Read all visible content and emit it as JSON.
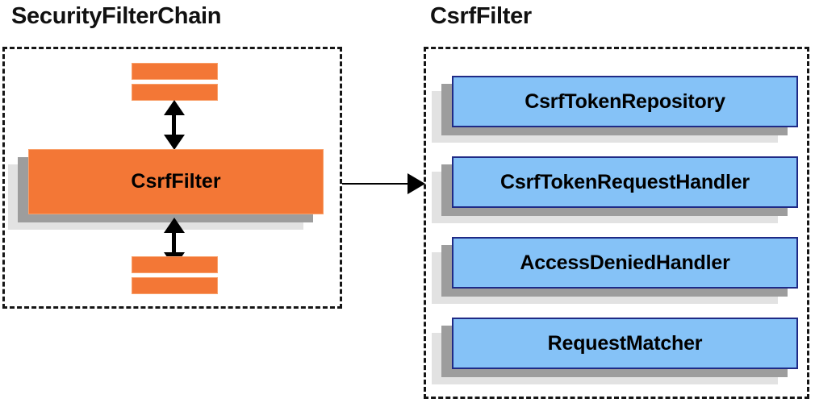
{
  "diagram": {
    "left_panel": {
      "title": "SecurityFilterChain",
      "highlight_box": {
        "label": "CsrfFilter"
      },
      "other_filters_above": [
        "",
        ""
      ],
      "other_filters_below": [
        "",
        ""
      ],
      "connector_above": "double-headed-vertical-arrow",
      "connector_below": "double-headed-vertical-arrow"
    },
    "right_panel": {
      "title": "CsrfFilter",
      "components": [
        {
          "label": "CsrfTokenRepository"
        },
        {
          "label": "CsrfTokenRequestHandler"
        },
        {
          "label": "AccessDeniedHandler"
        },
        {
          "label": "RequestMatcher"
        }
      ]
    },
    "cross_panel_connector": "arrow-right",
    "colors": {
      "filter_orange": "#f37736",
      "filter_orange_border": "#f9a06a",
      "component_blue": "#85c2f7",
      "component_blue_border": "#1f2a86",
      "shadow_near": "#9d9d9d",
      "shadow_far": "#e2e2e2",
      "panel_border": "#151515",
      "background": "#ffffff",
      "text": "#000000"
    }
  }
}
